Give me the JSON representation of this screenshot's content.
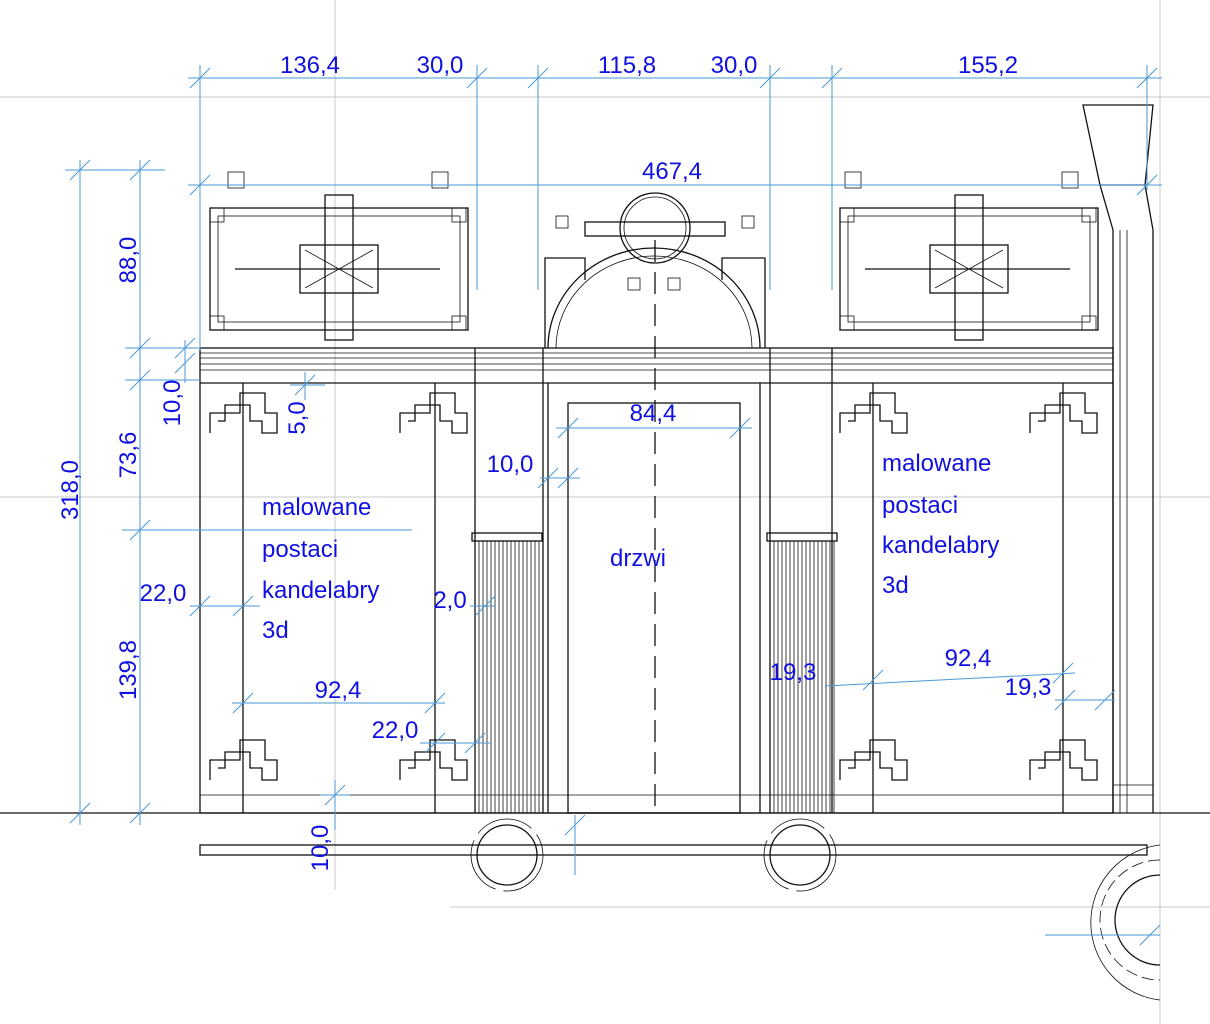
{
  "drawing": {
    "top_dims": [
      "136,4",
      "30,0",
      "115,8",
      "30,0",
      "155,2"
    ],
    "overall_width": "467,4",
    "left_dims": {
      "overall_height": "318,0",
      "top_height": "88,0",
      "cornice": "10,0",
      "upper_panel": "73,6",
      "lower_panel": "139,8",
      "offset": "5,0",
      "plinth": "10,0"
    },
    "left_panel": {
      "side_margin": "22,0",
      "width": "92,4",
      "inner_margin": "22,0",
      "gap": "2,0",
      "label_lines": [
        "malowane",
        "postaci",
        "kandelabry",
        "3d"
      ]
    },
    "door": {
      "frame": "10,0",
      "width": "84,4",
      "label": "drzwi"
    },
    "right_panel": {
      "left_margin": "19,3",
      "width": "92,4",
      "right_margin": "19,3",
      "label_lines": [
        "malowane",
        "postaci",
        "kandelabry",
        "3d"
      ]
    }
  }
}
